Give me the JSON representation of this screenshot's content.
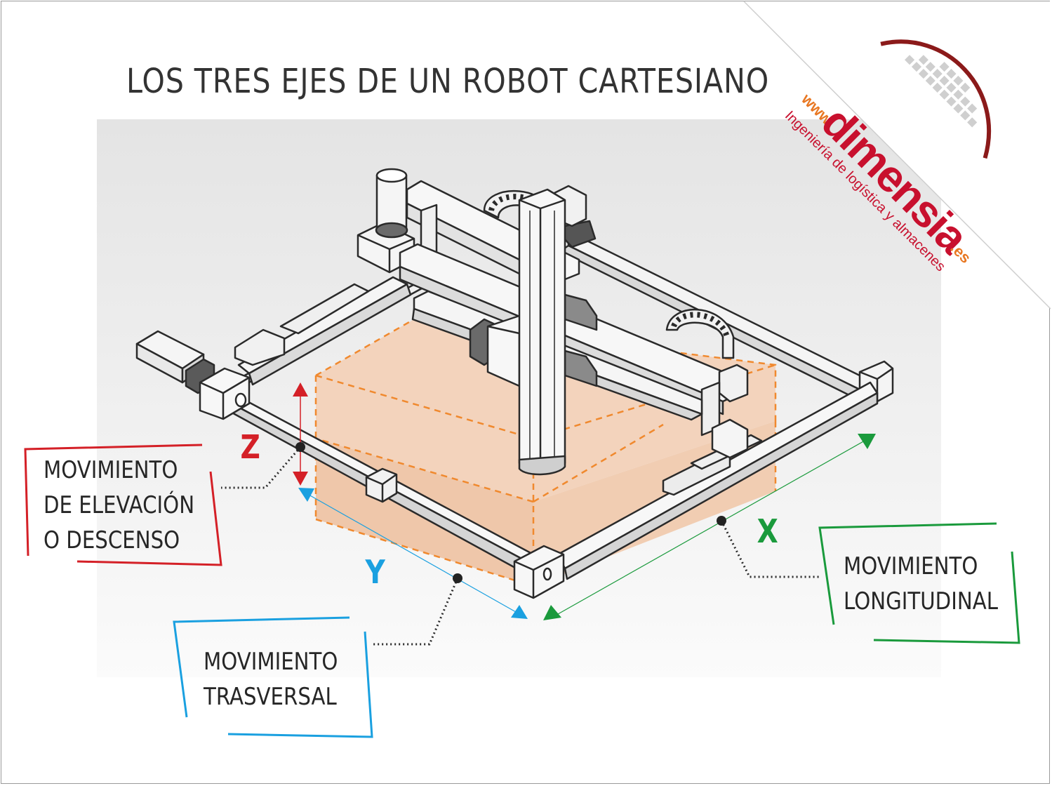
{
  "title": "LOS TRES EJES DE UN ROBOT CARTESIANO",
  "axes": {
    "z": {
      "letter": "Z",
      "color": "#d42027"
    },
    "y": {
      "letter": "Y",
      "color": "#1aa0e0"
    },
    "x": {
      "letter": "X",
      "color": "#1a9a3c"
    }
  },
  "labels": {
    "elevation": {
      "line1": "MOVIMIENTO",
      "line2": "DE ELEVACIÓN",
      "line3": "O DESCENSO",
      "color": "#d42027"
    },
    "transversal": {
      "line1": "MOVIMIENTO",
      "line2": "TRASVERSAL",
      "color": "#1aa0e0"
    },
    "longitudinal": {
      "line1": "MOVIMIENTO",
      "line2": "LONGITUDINAL",
      "color": "#1a9a3c"
    }
  },
  "logo": {
    "www": "www.",
    "brand": "dimensia",
    "tld": ".es",
    "tagline": "Ingeniería de logística y almacenes",
    "brand_color": "#c8102e",
    "www_color": "#e87722"
  },
  "colors": {
    "workspace_fill": "#f3d3bc",
    "workspace_stroke": "#f0892e",
    "frame_stroke": "#2a2a2a"
  }
}
